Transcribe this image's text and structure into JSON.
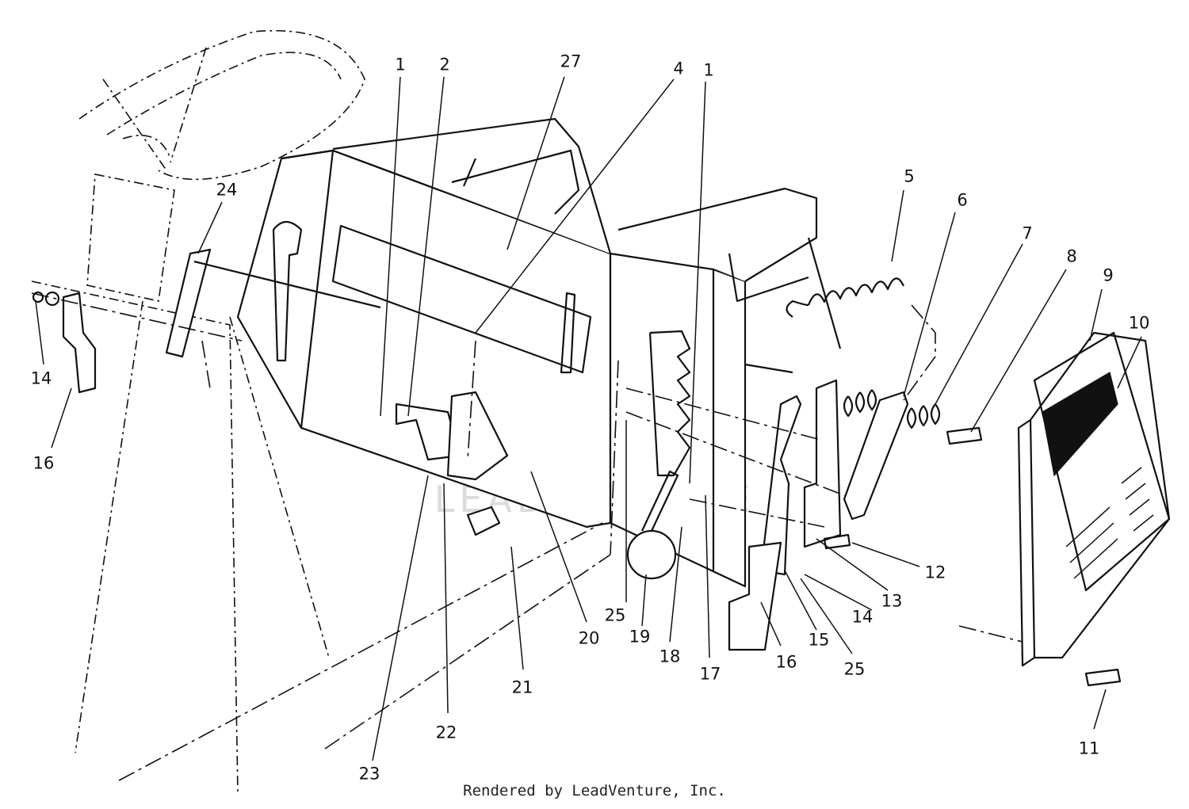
{
  "callouts": [
    {
      "id": "c1a",
      "label": "1"
    },
    {
      "id": "c2",
      "label": "2"
    },
    {
      "id": "c27",
      "label": "27"
    },
    {
      "id": "c4",
      "label": "4"
    },
    {
      "id": "c1b",
      "label": "1"
    },
    {
      "id": "c5",
      "label": "5"
    },
    {
      "id": "c6",
      "label": "6"
    },
    {
      "id": "c7",
      "label": "7"
    },
    {
      "id": "c8",
      "label": "8"
    },
    {
      "id": "c9",
      "label": "9"
    },
    {
      "id": "c10",
      "label": "10"
    },
    {
      "id": "c24",
      "label": "24"
    },
    {
      "id": "c14a",
      "label": "14"
    },
    {
      "id": "c16a",
      "label": "16"
    },
    {
      "id": "c12",
      "label": "12"
    },
    {
      "id": "c13",
      "label": "13"
    },
    {
      "id": "c14b",
      "label": "14"
    },
    {
      "id": "c25a",
      "label": "25"
    },
    {
      "id": "c20",
      "label": "20"
    },
    {
      "id": "c19",
      "label": "19"
    },
    {
      "id": "c18",
      "label": "18"
    },
    {
      "id": "c17",
      "label": "17"
    },
    {
      "id": "c16b",
      "label": "16"
    },
    {
      "id": "c15",
      "label": "15"
    },
    {
      "id": "c25b",
      "label": "25"
    },
    {
      "id": "c21",
      "label": "21"
    },
    {
      "id": "c22",
      "label": "22"
    },
    {
      "id": "c23",
      "label": "23"
    },
    {
      "id": "c11",
      "label": "11"
    }
  ],
  "credit": "Rendered by LeadVenture, Inc.",
  "watermark": "LEADVENTURE"
}
